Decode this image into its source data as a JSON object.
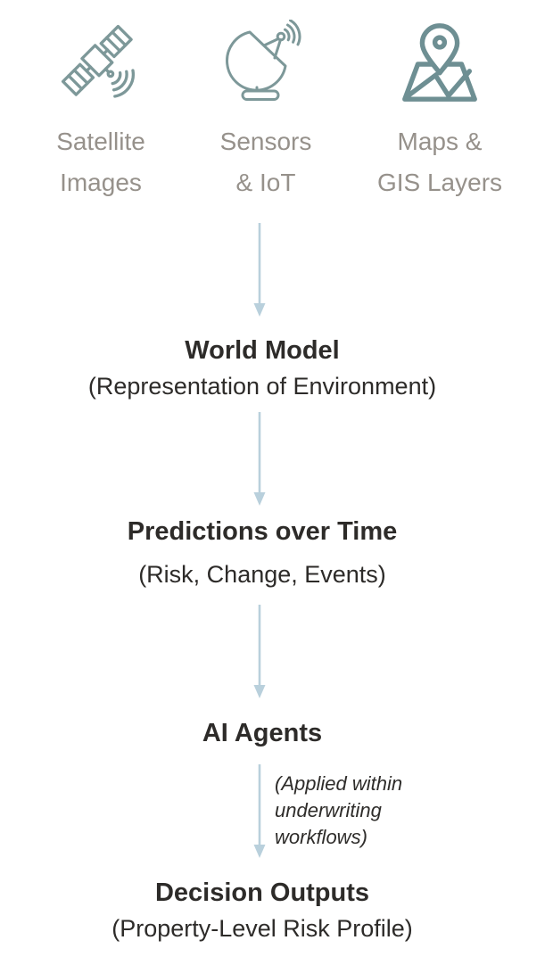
{
  "sources": [
    {
      "id": "satellite-images",
      "icon": "satellite-icon",
      "label": "Satellite\nImages"
    },
    {
      "id": "sensors-iot",
      "icon": "satellite-dish-icon",
      "label": "Sensors\n& IoT"
    },
    {
      "id": "maps-gis-layers",
      "icon": "map-pin-icon",
      "label": "Maps &\nGIS Layers"
    }
  ],
  "flow": {
    "world_model": {
      "title": "World Model",
      "subtitle": "(Representation of Environment)"
    },
    "predictions": {
      "title": "Predictions over Time",
      "subtitle": "(Risk, Change, Events)"
    },
    "ai_agents": {
      "title": "AI Agents"
    },
    "arrow_annotation": "(Applied within\nunderwriting\nworkflows)",
    "decision_outputs": {
      "title": "Decision Outputs",
      "subtitle": "(Property-Level Risk Profile)"
    }
  },
  "colors": {
    "background": "#ffffff",
    "icon_teal": "#7d9899",
    "map_icon_teal": "#6e8f93",
    "label_gray": "#96918b",
    "text_dark": "#2d2b29",
    "arrow_blue": "#b9d0dc"
  }
}
